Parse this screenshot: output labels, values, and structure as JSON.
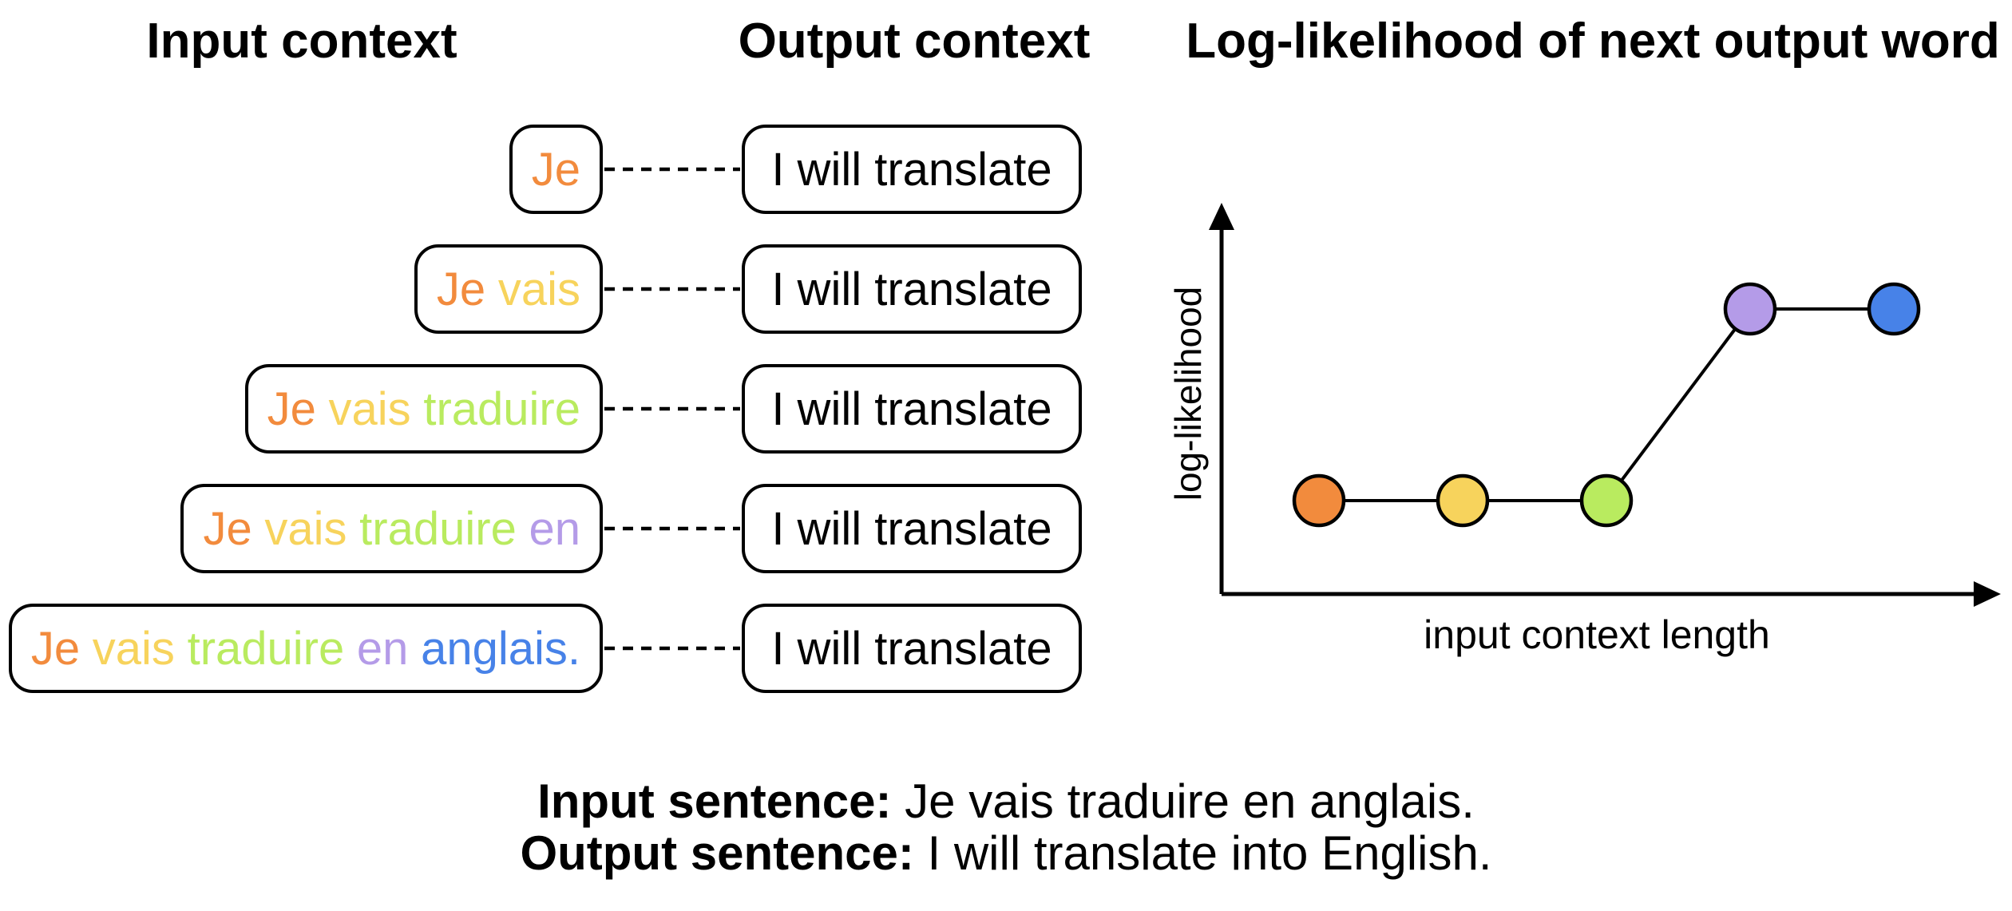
{
  "palette": {
    "orange": "#F28B3D",
    "yellow": "#F7D35C",
    "green": "#B9EB5F",
    "purple": "#B49BE8",
    "blue": "#4782E8",
    "stroke": "#000000"
  },
  "headers": {
    "input_context": "Input context",
    "output_context": "Output context",
    "chart_title": "Log-likelihood of next output word"
  },
  "rows": [
    {
      "input_words": [
        {
          "text": "Je",
          "color": "orange"
        }
      ],
      "output_text": "I will translate"
    },
    {
      "input_words": [
        {
          "text": "Je",
          "color": "orange"
        },
        {
          "text": "vais",
          "color": "yellow"
        }
      ],
      "output_text": "I will translate"
    },
    {
      "input_words": [
        {
          "text": "Je",
          "color": "orange"
        },
        {
          "text": "vais",
          "color": "yellow"
        },
        {
          "text": "traduire",
          "color": "green"
        }
      ],
      "output_text": "I will translate"
    },
    {
      "input_words": [
        {
          "text": "Je",
          "color": "orange"
        },
        {
          "text": "vais",
          "color": "yellow"
        },
        {
          "text": "traduire",
          "color": "green"
        },
        {
          "text": "en",
          "color": "purple"
        }
      ],
      "output_text": "I will translate"
    },
    {
      "input_words": [
        {
          "text": "Je",
          "color": "orange"
        },
        {
          "text": "vais",
          "color": "yellow"
        },
        {
          "text": "traduire",
          "color": "green"
        },
        {
          "text": "en",
          "color": "purple"
        },
        {
          "text": "anglais.",
          "color": "blue"
        }
      ],
      "output_text": "I will translate"
    }
  ],
  "chart_data": {
    "type": "line",
    "title": "Log-likelihood of next output word",
    "xlabel": "input context length",
    "ylabel": "log-likelihood",
    "x": [
      1,
      2,
      3,
      4,
      5
    ],
    "x_meaning": [
      "Je",
      "Je vais",
      "Je vais traduire",
      "Je vais traduire en",
      "Je vais traduire en anglais."
    ],
    "y": [
      1,
      1,
      1,
      2,
      2
    ],
    "y_qualitative": [
      "low",
      "low",
      "low",
      "high",
      "high"
    ],
    "point_colors": [
      "orange",
      "yellow",
      "green",
      "purple",
      "blue"
    ],
    "axis_ticks": "none",
    "grid": false,
    "legend": false
  },
  "caption": {
    "input_label": "Input sentence:",
    "input_value": "Je vais traduire en anglais.",
    "output_label": "Output sentence:",
    "output_value": "I will translate into English."
  }
}
